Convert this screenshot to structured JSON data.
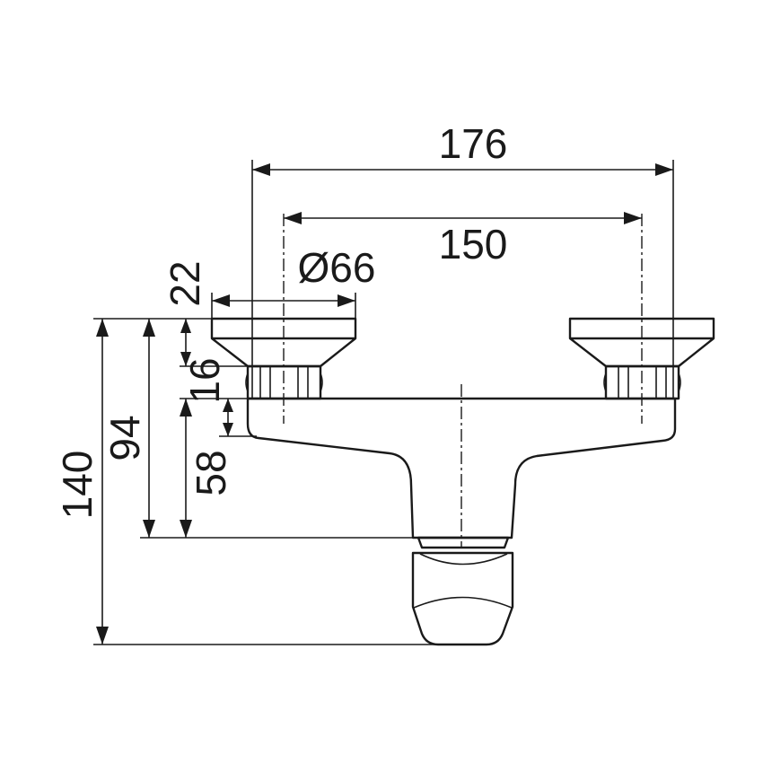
{
  "dimensions": {
    "overall_width": "176",
    "inlet_spacing": "150",
    "flange_diameter": "Ø66",
    "flange_height": "22",
    "nut_height": "16",
    "body_offset": "58",
    "body_height": "94",
    "total_height": "140"
  },
  "colors": {
    "line": "#1a1a1a",
    "background": "#ffffff"
  }
}
